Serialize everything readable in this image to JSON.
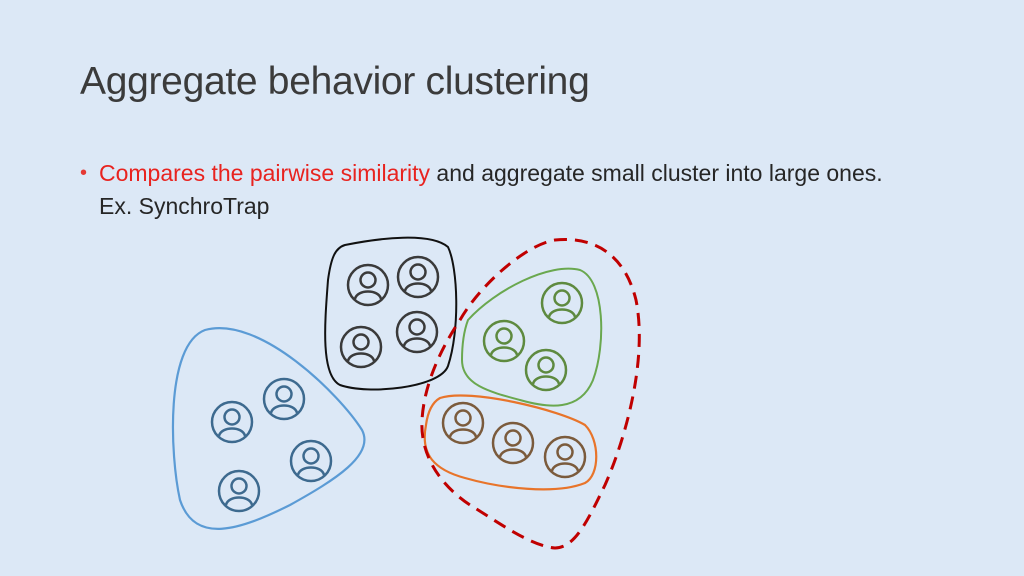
{
  "slide": {
    "title": "Aggregate behavior clustering",
    "bullet_highlight": "Compares the pairwise similarity",
    "bullet_rest": " and aggregate small cluster into large ones. Ex. SynchroTrap"
  },
  "colors": {
    "background": "#dce8f6",
    "highlight": "#e8231f",
    "black_cluster": "#111111",
    "green_cluster": "#6aa84f",
    "orange_cluster": "#e8742a",
    "blue_cluster": "#5b9bd5",
    "merged_dashed": "#c00000",
    "user_icon_dark": "#3a3a3a",
    "user_icon_green": "#5e8a3f",
    "user_icon_brown": "#7b5b3c",
    "user_icon_blue": "#3d6a8f"
  },
  "diagram": {
    "icon": "user-icon",
    "clusters": [
      {
        "name": "black-cluster",
        "members": 4
      },
      {
        "name": "green-cluster",
        "members": 3
      },
      {
        "name": "orange-cluster",
        "members": 3
      },
      {
        "name": "blue-cluster",
        "members": 4
      }
    ],
    "merged": {
      "name": "merged-cluster",
      "contains": [
        "green-cluster",
        "orange-cluster"
      ]
    }
  }
}
